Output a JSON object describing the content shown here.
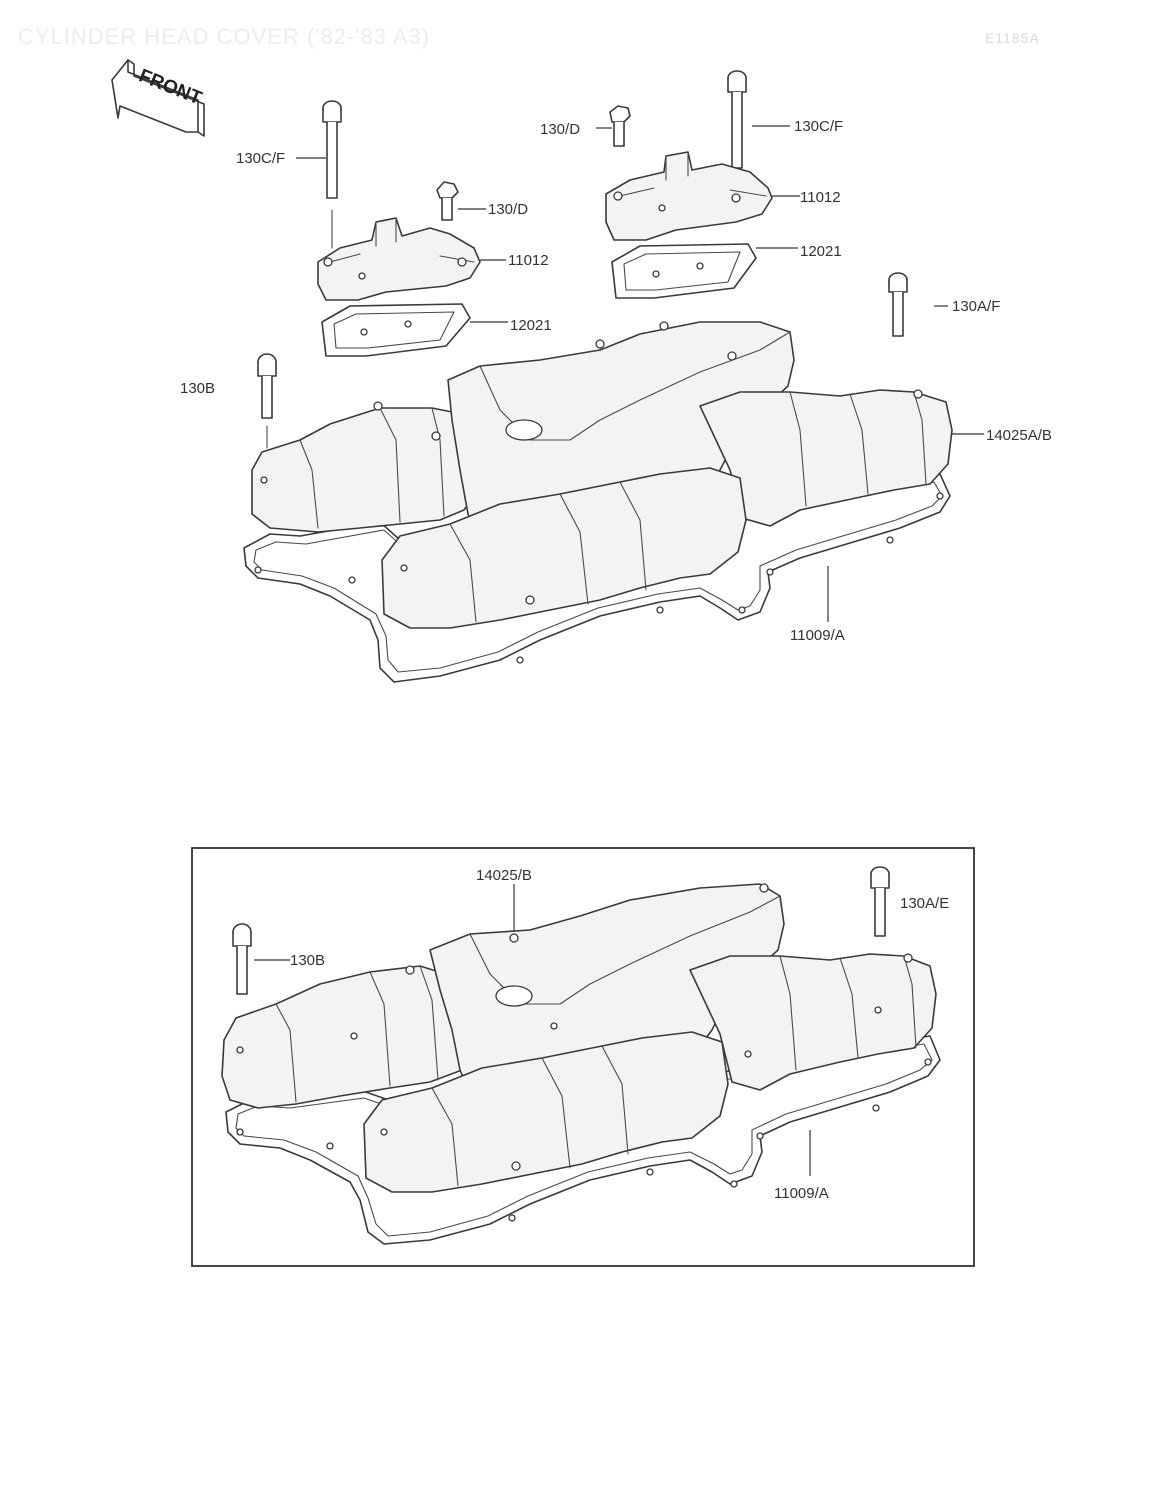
{
  "header": {
    "title": "CYLINDER HEAD COVER ('82-'83 A3)",
    "code": "E1185A"
  },
  "front_badge": {
    "label": "FRONT"
  },
  "callouts_top": {
    "bolt_left": "130C/F",
    "bolt_right": "130C/F",
    "bolt_d_left": "130/D",
    "bolt_d_right": "130/D",
    "cap_left": "11012",
    "cap_right": "11012",
    "gasket_left": "12021",
    "gasket_right": "12021",
    "bolt_af": "130A/F",
    "bolt_b": "130B",
    "cover": "14025A/B",
    "head_gasket": "11009/A"
  },
  "callouts_bottom": {
    "cover": "14025/B",
    "bolt_ae": "130A/E",
    "bolt_b": "130B",
    "head_gasket": "11009/A"
  }
}
